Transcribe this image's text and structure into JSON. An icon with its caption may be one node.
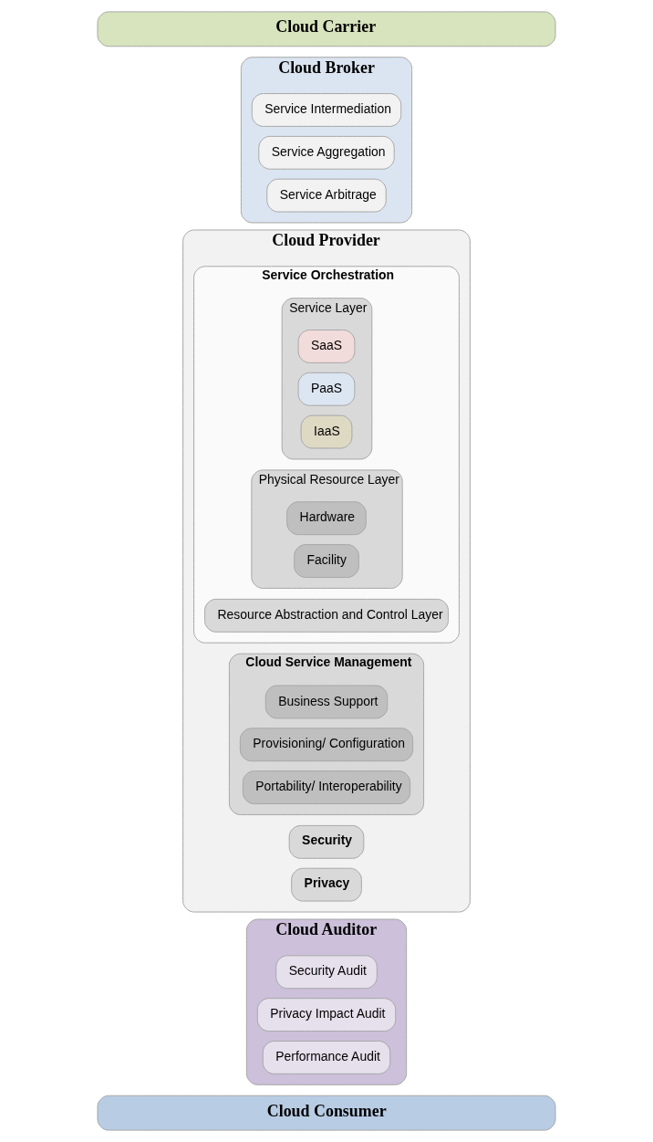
{
  "diagram": {
    "nodes": [
      {
        "text": [
          "Cloud Consumer"
        ]
      },
      {
        "text": [
          "Cloud Auditor"
        ]
      },
      {
        "text": [
          "Security Audit"
        ],
        "in": 1
      },
      {
        "text": [
          "Privacy Impact Audit"
        ],
        "in": 1
      },
      {
        "text": [
          "Performance Audit"
        ],
        "in": 1
      },
      {
        "text": [
          "Cloud Provider"
        ]
      },
      {
        "text": [
          "Service Orchestration"
        ],
        "in": 5
      },
      {
        "text": [
          "Service Layer"
        ],
        "in": 6
      },
      {
        "text": [
          "SaaS"
        ],
        "in": 7
      },
      {
        "text": [
          "PaaS"
        ],
        "in": 7
      },
      {
        "text": [
          "IaaS"
        ],
        "in": 7
      },
      {
        "text": [
          "Resource Abstraction and Control Layer"
        ],
        "in": 6
      },
      {
        "text": [
          "Physical Resource Layer"
        ],
        "in": 6
      },
      {
        "text": [
          "Hardware"
        ],
        "in": 12
      },
      {
        "text": [
          "Facility"
        ],
        "in": 12
      },
      {
        "text": [
          "Cloud Service Management"
        ],
        "in": 5
      },
      {
        "text": [
          "Business Support"
        ],
        "in": 15
      },
      {
        "text": [
          "Provisioning/ Configuration"
        ],
        "in": 15
      },
      {
        "text": [
          "Portability/ Interoperability"
        ],
        "in": 15
      },
      {
        "text": [
          "Security"
        ],
        "in": 5
      },
      {
        "text": [
          "Privacy"
        ],
        "in": 5
      },
      {
        "text": [
          "Cloud Broker"
        ]
      },
      {
        "text": [
          "Service Intermediation"
        ],
        "in": 21
      },
      {
        "text": [
          "Service Aggregation"
        ],
        "in": 21
      },
      {
        "text": [
          "Service Arbitrage"
        ],
        "in": 21
      },
      {
        "text": [
          "Cloud Carrier"
        ]
      }
    ],
    "edges": []
  }
}
